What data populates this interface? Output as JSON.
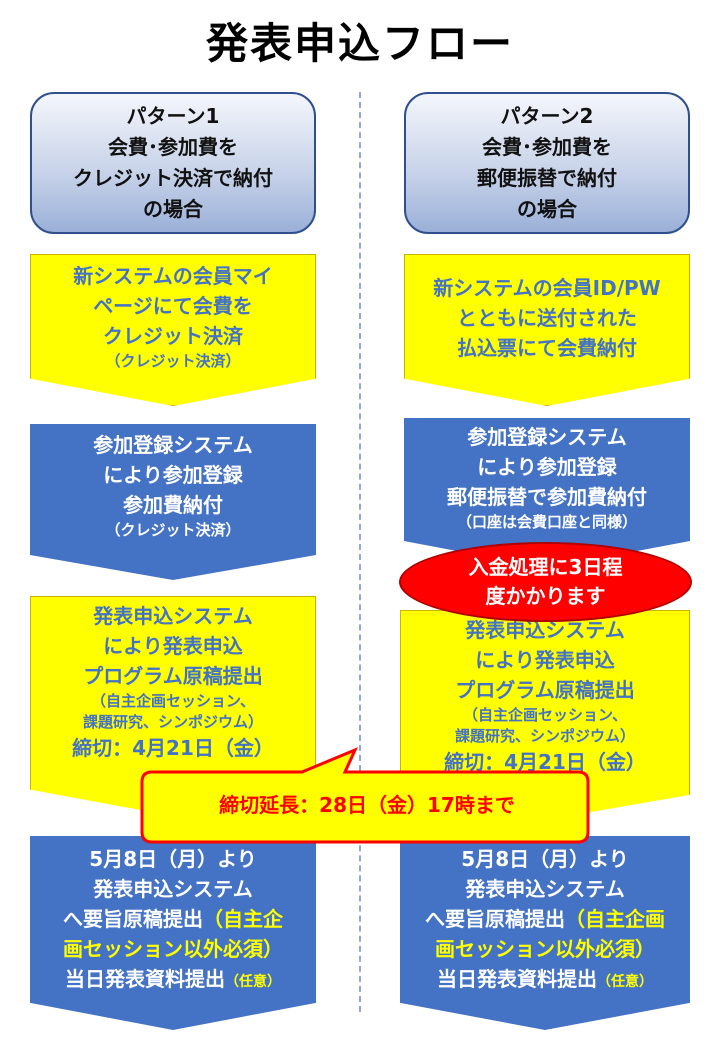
{
  "title": "発表申込フロー",
  "patterns": [
    {
      "header": [
        "パターン1",
        "会費･参加費を",
        "クレジット決済で納付",
        "の場合"
      ],
      "step1": {
        "lines": [
          "新システムの会員マイ",
          "ページにて会費を",
          "クレジット決済"
        ],
        "sub": "（クレジット決済）"
      },
      "step2": {
        "lines": [
          "参加登録システム",
          "により参加登録",
          "参加費納付"
        ],
        "sub": "（クレジット決済）"
      },
      "step3": {
        "lines": [
          "発表申込システム",
          "により発表申込",
          "プログラム原稿提出"
        ],
        "sub": [
          "（自主企画セッション、",
          "課題研究、シンポジウム）"
        ],
        "deadline": "締切：4月21日（金）"
      },
      "step4": {
        "line1": "5月8日（月）より",
        "line2": "発表申込システム",
        "line3": "へ要旨原稿提出",
        "note1": "（自主企",
        "note2": "画セッション以外必須）",
        "line5": "当日発表資料提出",
        "note3": "（任意）"
      }
    },
    {
      "header": [
        "パターン2",
        "会費･参加費を",
        "郵便振替で納付",
        "の場合"
      ],
      "step1": {
        "lines": [
          "新システムの会員ID/PW",
          "とともに送付された",
          "払込票にて会費納付"
        ]
      },
      "step2": {
        "lines": [
          "参加登録システム",
          "により参加登録",
          "郵便振替で参加費納付"
        ],
        "sub": "（口座は会費口座と同様）"
      },
      "notice": [
        "入金処理に3日程",
        "度かかります"
      ],
      "step3": {
        "lines": [
          "発表申込システム",
          "により発表申込",
          "プログラム原稿提出"
        ],
        "sub": [
          "（自主企画セッション、",
          "課題研究、シンポジウム）"
        ],
        "deadline": "締切：4月21日（金）"
      },
      "step4": {
        "line1": "5月8日（月）より",
        "line2": "発表申込システム",
        "line3": "へ要旨原稿提出",
        "note1": "（自主企画",
        "note2": "画セッション以外必須）",
        "line5": "当日発表資料提出",
        "note3": "（任意）"
      }
    }
  ],
  "callout": "締切延長：28日（金）17時まで",
  "colors": {
    "yellow": "#ffff00",
    "blue": "#4472c4",
    "text_blue": "#4472c4",
    "red": "#ff0000"
  }
}
